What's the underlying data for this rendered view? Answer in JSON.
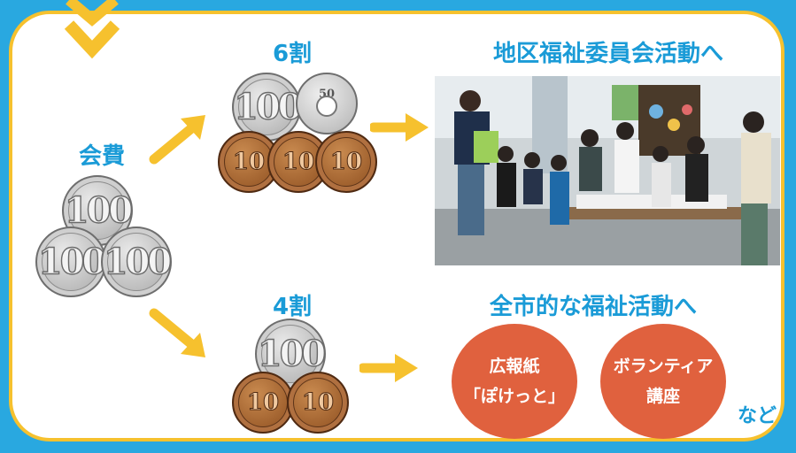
{
  "fee": {
    "label": "会費"
  },
  "branch_top": {
    "ratio": "6割",
    "destination": "地区福祉委員会活動へ"
  },
  "branch_bottom": {
    "ratio": "4割",
    "destination": "全市的な福祉活動へ"
  },
  "coins": {
    "hundred": "100",
    "fifty": "50",
    "ten": "10"
  },
  "activities": [
    {
      "line1": "広報紙",
      "line2": "「ぽけっと」"
    },
    {
      "line1": "ボランティア",
      "line2": "講座"
    }
  ],
  "etc": "など",
  "colors": {
    "background": "#29a8e0",
    "border": "#f6c12e",
    "heading": "#1a9bd7",
    "arrow": "#f6c12e",
    "blob": "#e0613e"
  }
}
